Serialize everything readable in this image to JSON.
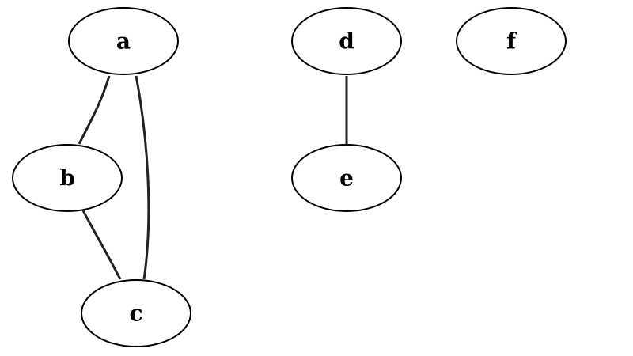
{
  "graph": {
    "type": "undirected",
    "nodes": [
      {
        "id": "a",
        "label": "a"
      },
      {
        "id": "b",
        "label": "b"
      },
      {
        "id": "c",
        "label": "c"
      },
      {
        "id": "d",
        "label": "d"
      },
      {
        "id": "e",
        "label": "e"
      },
      {
        "id": "f",
        "label": "f"
      }
    ],
    "edges": [
      {
        "source": "a",
        "target": "b"
      },
      {
        "source": "a",
        "target": "c"
      },
      {
        "source": "b",
        "target": "c"
      },
      {
        "source": "d",
        "target": "e"
      }
    ]
  },
  "colors": {
    "background": "#ffffff",
    "node_stroke": "#000000",
    "edge_stroke": "#222222"
  }
}
